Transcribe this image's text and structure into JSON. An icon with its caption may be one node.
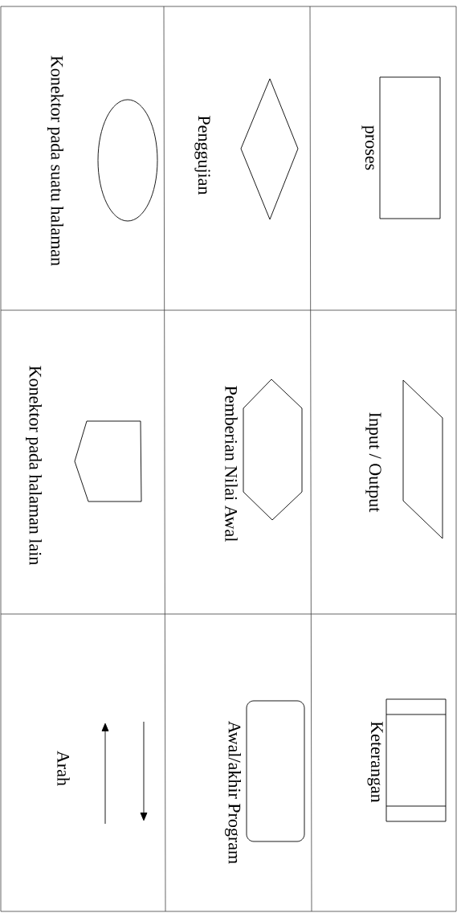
{
  "diagram": {
    "nodes": [
      {
        "text": [
          "proses"
        ]
      },
      {
        "text": [
          "Input / Output"
        ]
      },
      {
        "text": [
          "Keterangan"
        ]
      },
      {
        "text": [
          "Penggujian"
        ]
      },
      {
        "text": [
          "Pemberian  Nilai Awal"
        ]
      },
      {
        "text": [
          "Awal/akhir Program"
        ]
      },
      {
        "text": [
          "Konektor pada suatu halaman"
        ]
      },
      {
        "text": [
          "Konektor pada halaman lain"
        ]
      }
    ],
    "labels": [
      "Arah"
    ]
  }
}
